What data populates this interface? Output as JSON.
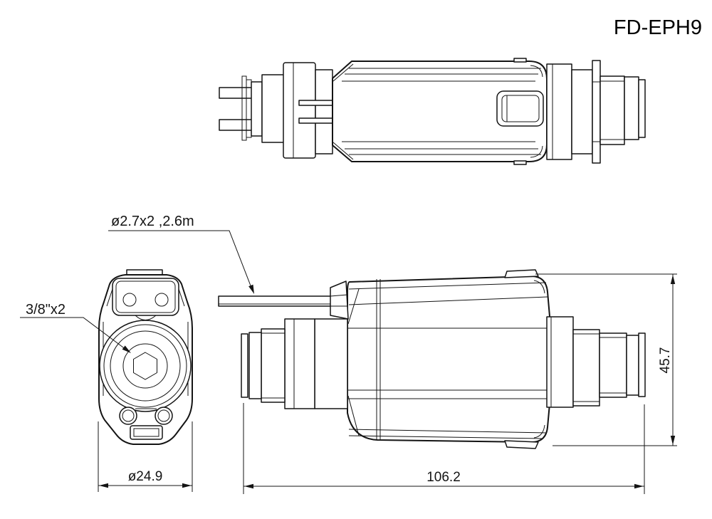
{
  "title": "FD-EPH9",
  "annotations": {
    "cable_spec": "ø2.7x2 ,2.6m",
    "fitting_thread": "3/8\"x2"
  },
  "dimensions": {
    "overall_length": "106.2",
    "overall_height": "45.7",
    "body_diameter": "ø24.9"
  }
}
